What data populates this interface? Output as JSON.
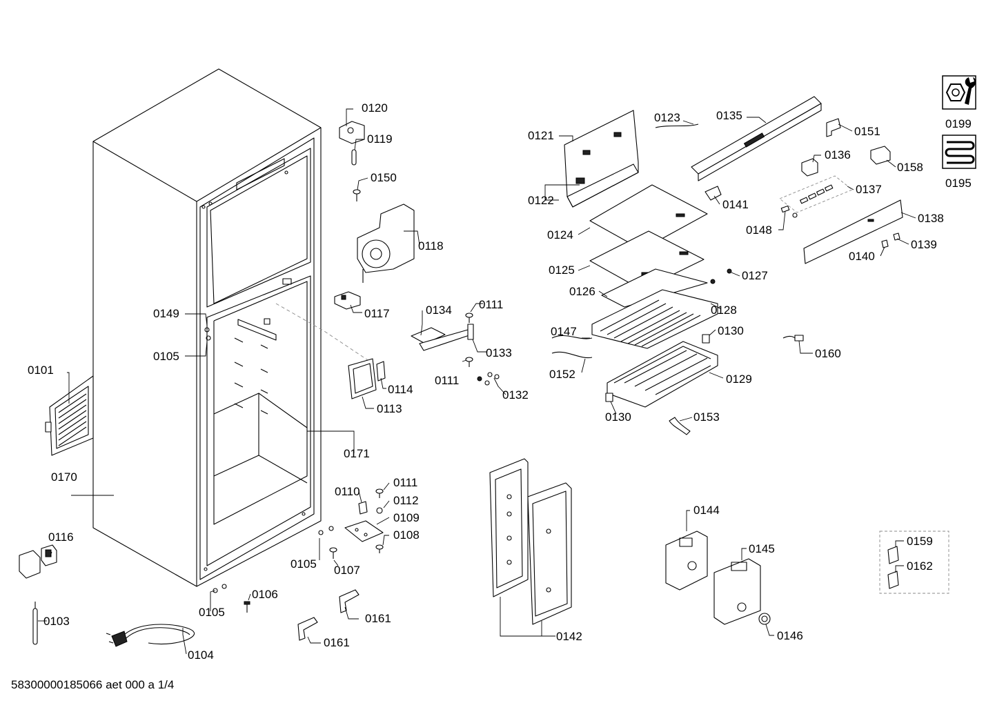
{
  "document_id": "58300000185066 aet 000 a 1/4",
  "labels": {
    "l0101": "0101",
    "l0103": "0103",
    "l0104": "0104",
    "l0105a": "0105",
    "l0105b": "0105",
    "l0105c": "0105",
    "l0106": "0106",
    "l0107": "0107",
    "l0108": "0108",
    "l0109": "0109",
    "l0110": "0110",
    "l0111a": "0111",
    "l0111b": "0111",
    "l0111c": "0111",
    "l0112": "0112",
    "l0113": "0113",
    "l0114": "0114",
    "l0116": "0116",
    "l0117": "0117",
    "l0118": "0118",
    "l0119": "0119",
    "l0120": "0120",
    "l0121": "0121",
    "l0122": "0122",
    "l0123": "0123",
    "l0124": "0124",
    "l0125": "0125",
    "l0126": "0126",
    "l0127": "0127",
    "l0128": "0128",
    "l0129": "0129",
    "l0130a": "0130",
    "l0130b": "0130",
    "l0132": "0132",
    "l0133": "0133",
    "l0134": "0134",
    "l0135": "0135",
    "l0136": "0136",
    "l0137": "0137",
    "l0138": "0138",
    "l0139": "0139",
    "l0140": "0140",
    "l0141": "0141",
    "l0142": "0142",
    "l0144": "0144",
    "l0145": "0145",
    "l0146": "0146",
    "l0147": "0147",
    "l0148": "0148",
    "l0149": "0149",
    "l0150": "0150",
    "l0151": "0151",
    "l0152": "0152",
    "l0153": "0153",
    "l0158": "0158",
    "l0159": "0159",
    "l0160": "0160",
    "l0161a": "0161",
    "l0161b": "0161",
    "l0162": "0162",
    "l0170": "0170",
    "l0171": "0171",
    "l0195": "0195",
    "l0199": "0199"
  },
  "icons": {
    "tools": "wrench-nut-icon",
    "coil": "heating-coil-icon"
  }
}
